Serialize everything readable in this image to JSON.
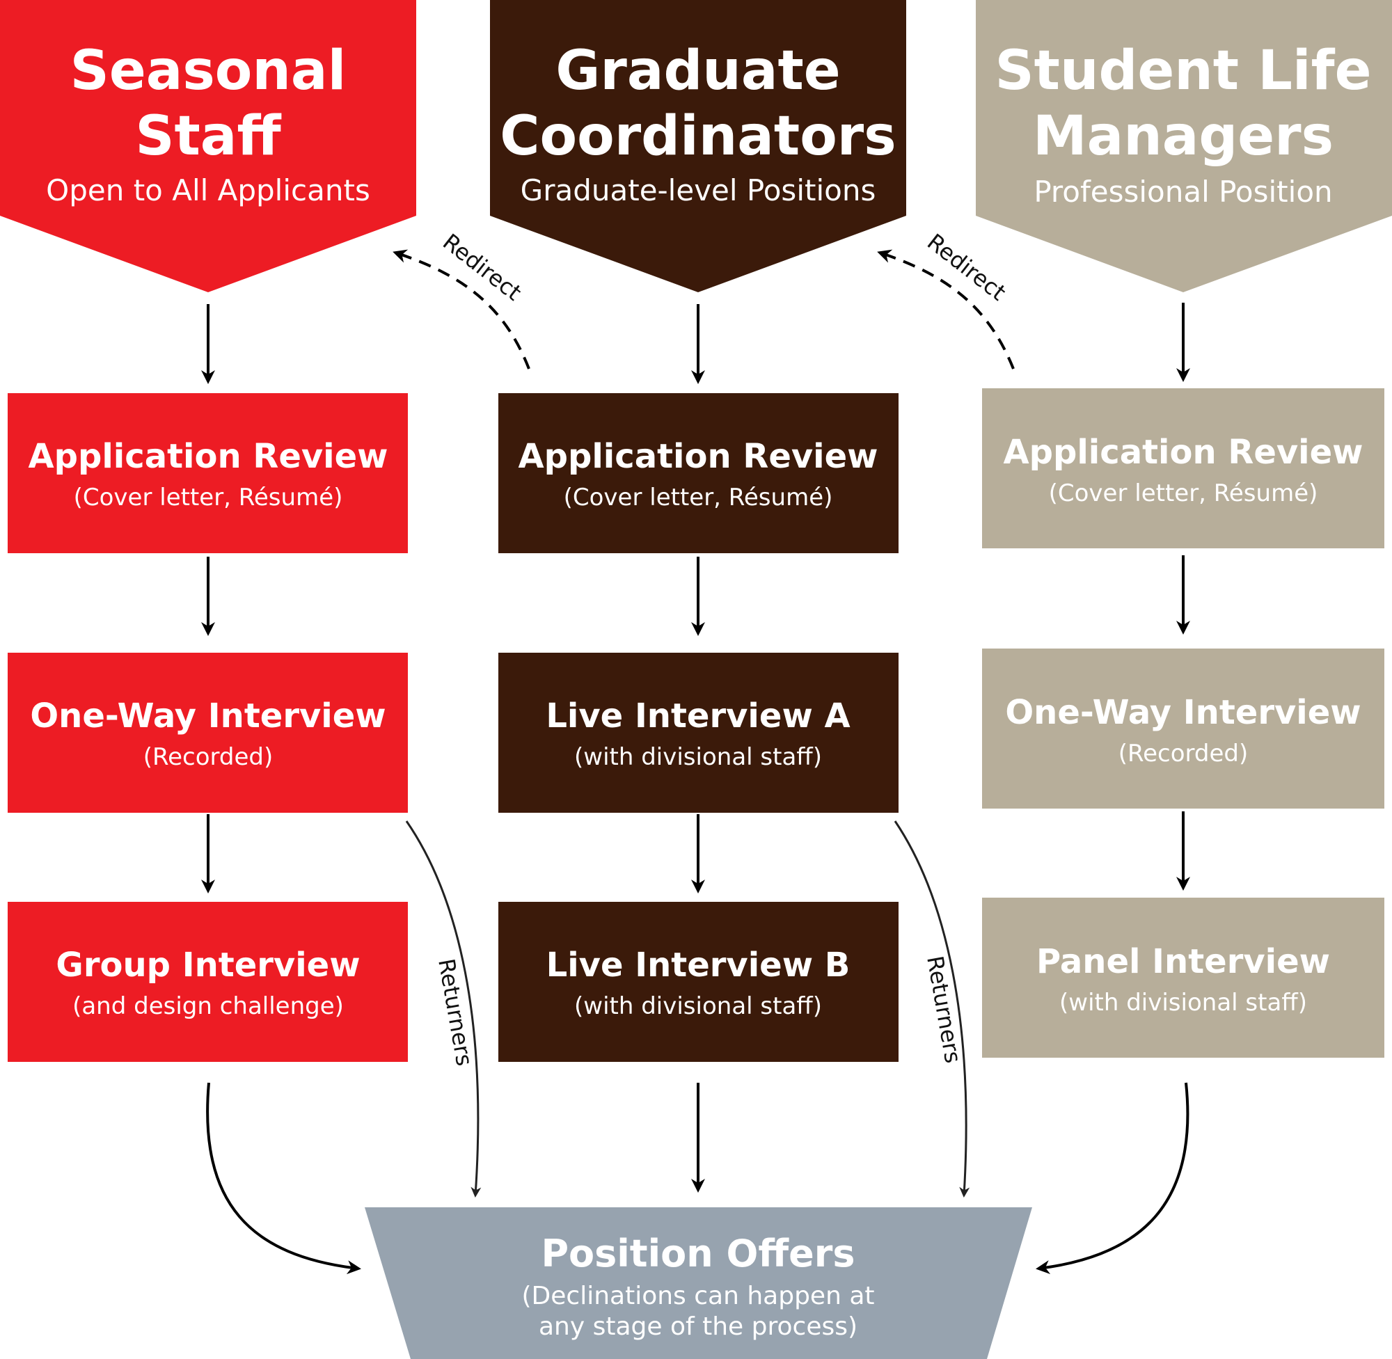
{
  "colors": {
    "seasonal": "#ED1C24",
    "graduate": "#3B1A0A",
    "student_life": "#B7AE9A",
    "offers": "#97A3AF",
    "text": "#FFFFFF",
    "arrow": "#000000"
  },
  "columns": [
    {
      "title_line1": "Seasonal",
      "title_line2": "Staff",
      "subtitle": "Open to All Applicants",
      "steps": [
        {
          "title": "Application Review",
          "detail": "(Cover letter, Résumé)"
        },
        {
          "title": "One-Way Interview",
          "detail": "(Recorded)"
        },
        {
          "title": "Group Interview",
          "detail": "(and design challenge)"
        }
      ]
    },
    {
      "title_line1": "Graduate",
      "title_line2": "Coordinators",
      "subtitle": "Graduate-level Positions",
      "steps": [
        {
          "title": "Application Review",
          "detail": "(Cover letter, Résumé)"
        },
        {
          "title": "Live Interview A",
          "detail": "(with divisional staff)"
        },
        {
          "title": "Live Interview B",
          "detail": "(with divisional staff)"
        }
      ]
    },
    {
      "title_line1": "Student Life",
      "title_line2": "Managers",
      "subtitle": "Professional Position",
      "steps": [
        {
          "title": "Application Review",
          "detail": "(Cover letter, Résumé)"
        },
        {
          "title": "One-Way Interview",
          "detail": "(Recorded)"
        },
        {
          "title": "Panel Interview",
          "detail": "(with divisional staff)"
        }
      ]
    }
  ],
  "connectors": {
    "redirect_label": "Redirect",
    "returners_label": "Returners"
  },
  "offers": {
    "title": "Position Offers",
    "detail_line1": "(Declinations can happen at",
    "detail_line2": "any stage of the process)"
  }
}
